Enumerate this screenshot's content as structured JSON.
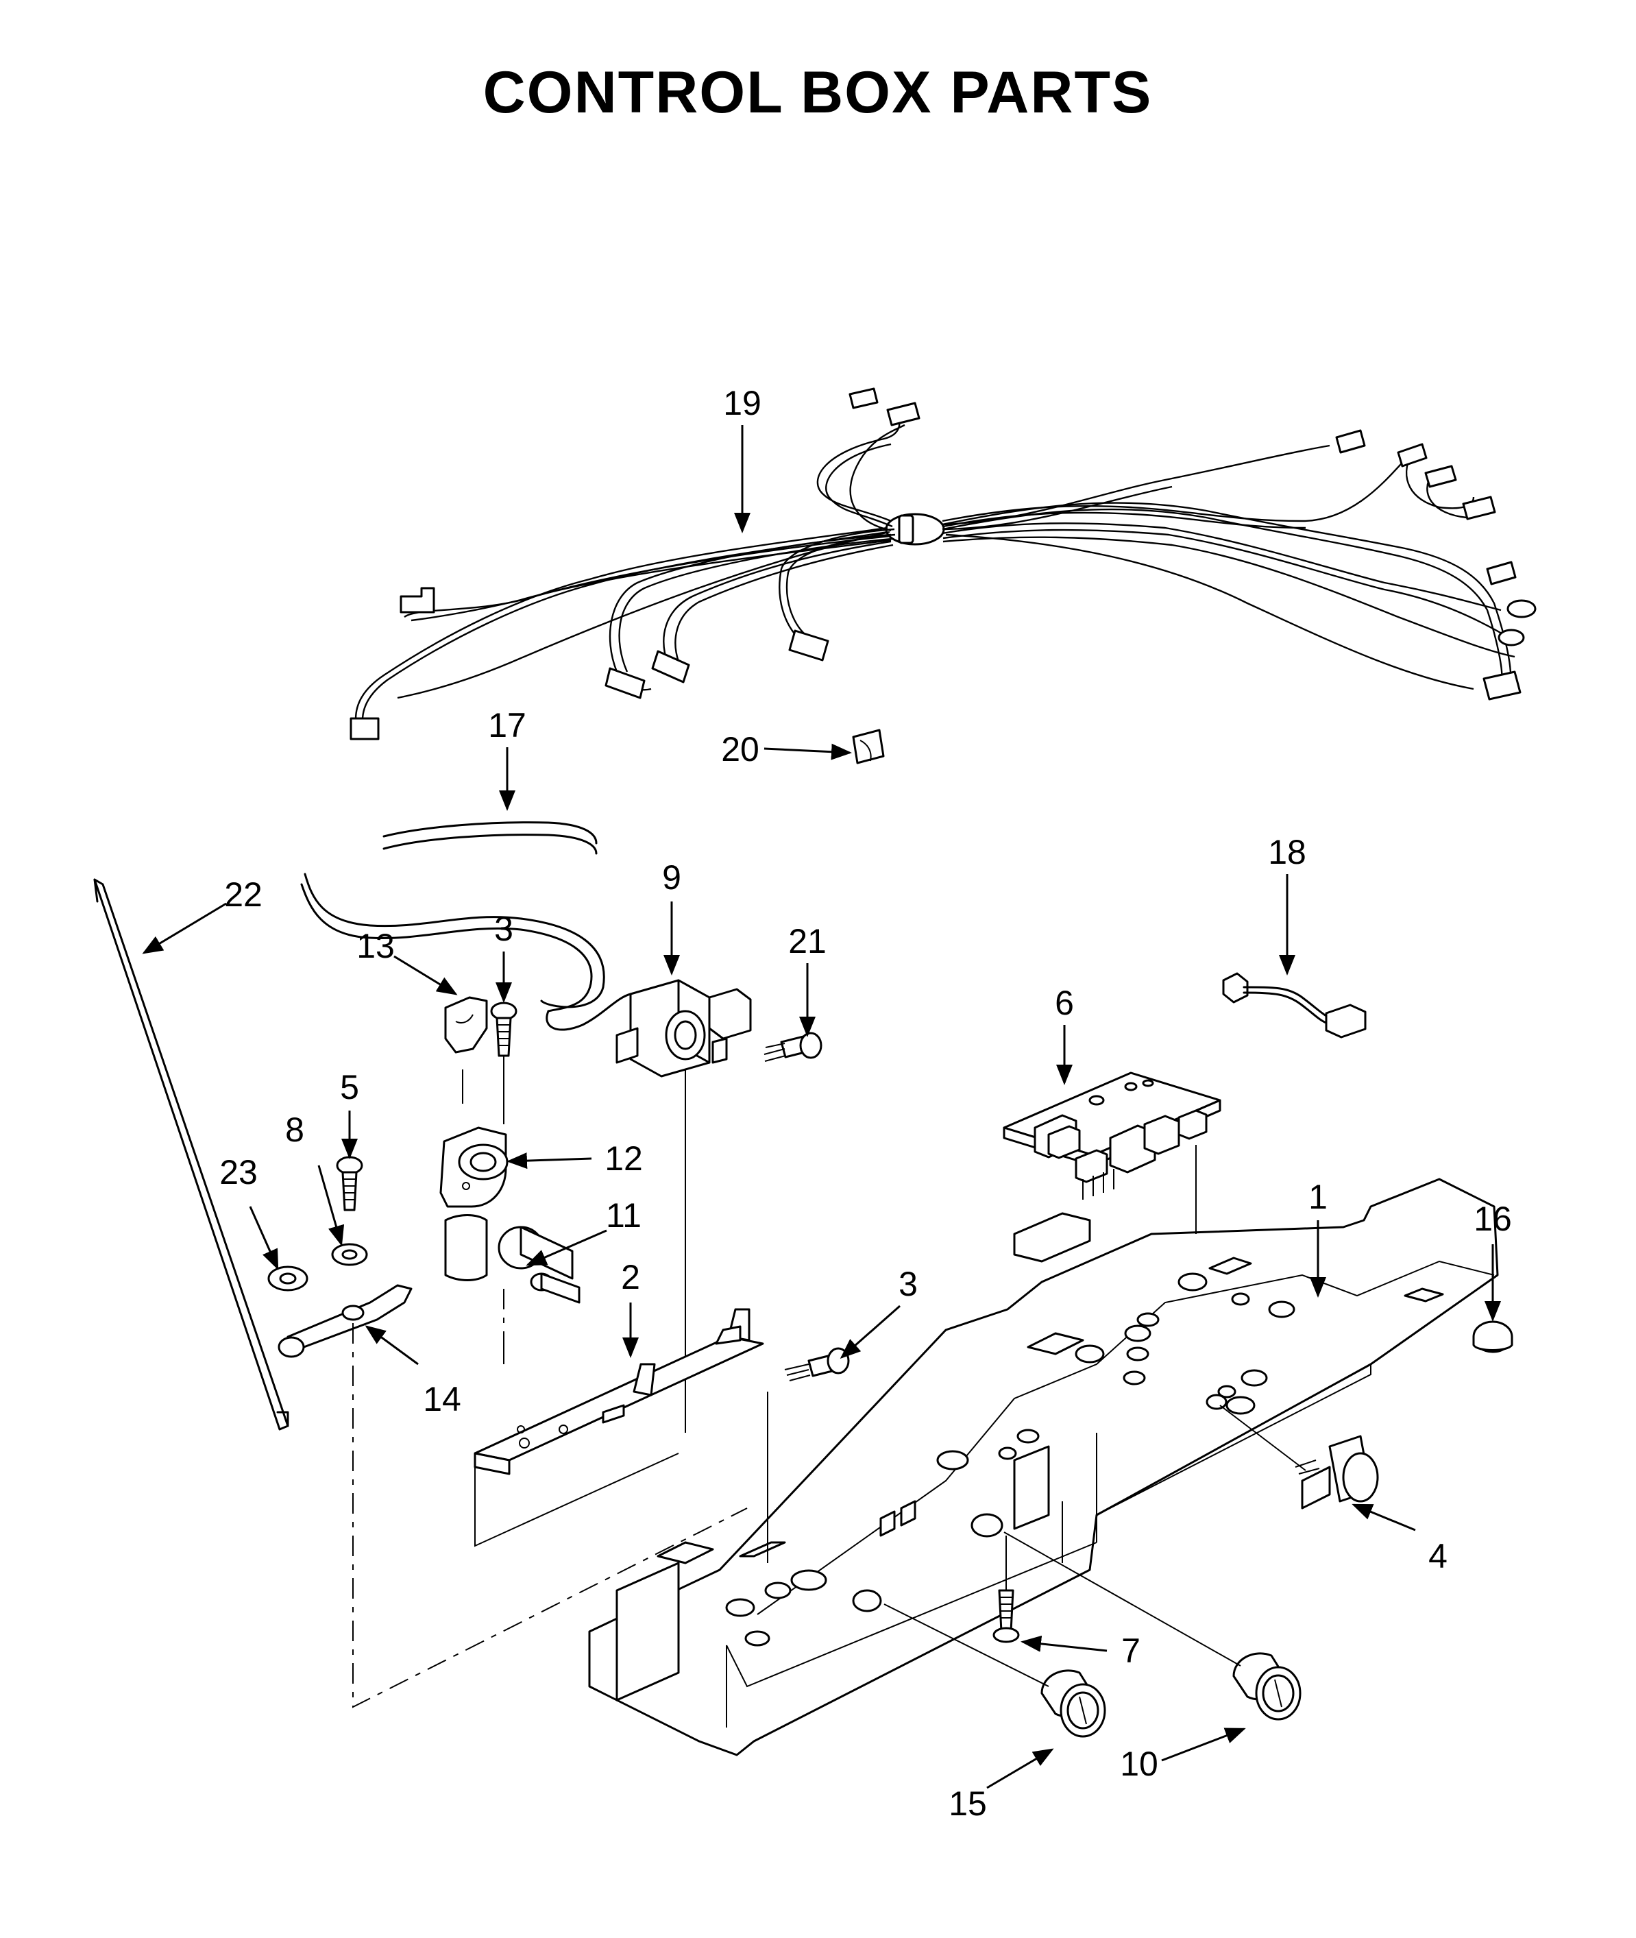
{
  "title": "CONTROL BOX PARTS",
  "callouts": [
    {
      "id": "c19",
      "label": "19"
    },
    {
      "id": "c17",
      "label": "17"
    },
    {
      "id": "c20",
      "label": "20"
    },
    {
      "id": "c22",
      "label": "22"
    },
    {
      "id": "c9",
      "label": "9"
    },
    {
      "id": "c3a",
      "label": "3"
    },
    {
      "id": "c13",
      "label": "13"
    },
    {
      "id": "c21",
      "label": "21"
    },
    {
      "id": "c18",
      "label": "18"
    },
    {
      "id": "c6",
      "label": "6"
    },
    {
      "id": "c5",
      "label": "5"
    },
    {
      "id": "c8",
      "label": "8"
    },
    {
      "id": "c23",
      "label": "23"
    },
    {
      "id": "c12",
      "label": "12"
    },
    {
      "id": "c11",
      "label": "11"
    },
    {
      "id": "c1",
      "label": "1"
    },
    {
      "id": "c16",
      "label": "16"
    },
    {
      "id": "c2",
      "label": "2"
    },
    {
      "id": "c3b",
      "label": "3"
    },
    {
      "id": "c14",
      "label": "14"
    },
    {
      "id": "c4",
      "label": "4"
    },
    {
      "id": "c7",
      "label": "7"
    },
    {
      "id": "c15",
      "label": "15"
    },
    {
      "id": "c10",
      "label": "10"
    }
  ]
}
